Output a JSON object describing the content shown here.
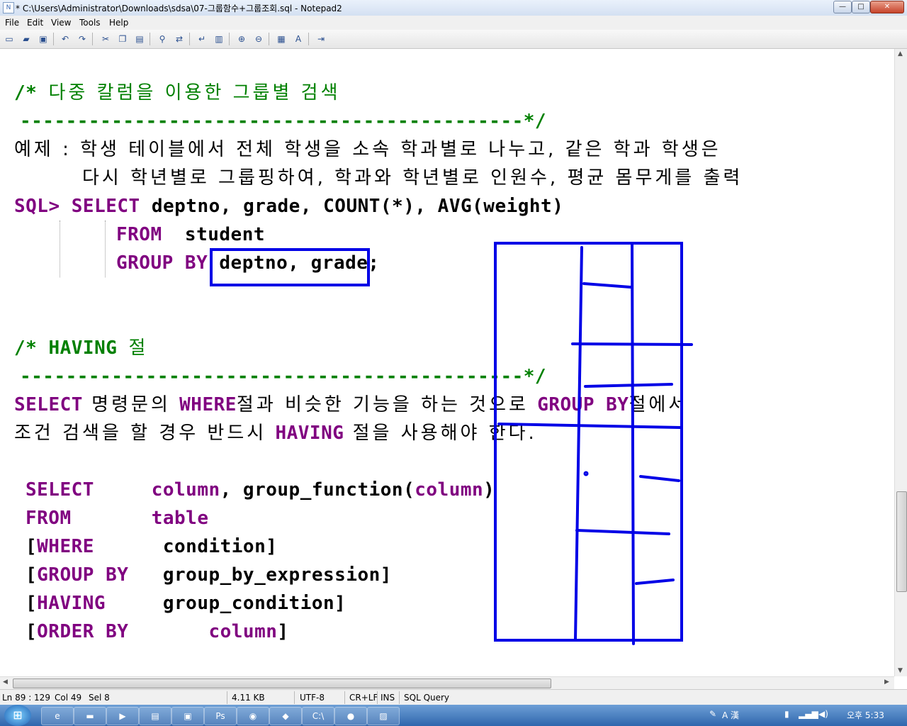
{
  "window": {
    "title": "* C:\\Users\\Administrator\\Downloads\\sdsa\\07-그룹함수+그룹조회.sql - Notepad2",
    "icon": "notepad-icon",
    "controls": {
      "minimize": "—",
      "maximize": "□",
      "close": "✕"
    }
  },
  "menu": {
    "file": "File",
    "edit": "Edit",
    "view": "View",
    "tools": "Tools",
    "help": "Help"
  },
  "toolbar": {
    "icons": [
      "new-icon",
      "open-icon",
      "save-icon",
      "undo-icon",
      "redo-icon",
      "cut-icon",
      "copy-icon",
      "paste-icon",
      "find-icon",
      "replace-icon",
      "wordwrap-icon",
      "longline-icon",
      "zoom-in-icon",
      "zoom-out-icon",
      "schemes-icon",
      "font-icon",
      "exit-icon"
    ]
  },
  "editor": {
    "l1": {
      "a": "/* ",
      "b": "다중 칼럼을 이용한 그룹별 검색"
    },
    "l2": "--------------------------------------------*/",
    "l3": "예제 : 학생 테이블에서 전체 학생을 소속 학과별로 나누고, 같은 학과 학생은",
    "l4": "다시 학년별로 그룹핑하여, 학과와 학년별로 인원수, 평균 몸무게를 출력",
    "l5": {
      "kw1": "SQL> SELECT",
      "tx": " deptno, grade, COUNT(*), AVG(weight)"
    },
    "l6": {
      "kw": "FROM",
      "tx": "  student"
    },
    "l7": {
      "kw": "GROUP BY",
      "tx": " deptno, grade;"
    },
    "l8": {
      "a": "/* HAVING ",
      "b": "절"
    },
    "l9": "--------------------------------------------*/",
    "l10": {
      "kw1": "SELECT",
      "t1": " 명령문의 ",
      "kw2": "WHERE",
      "t2": "절과 비슷한 기능을 하는 것으로 ",
      "kw3": "GROUP BY",
      "t3": "절에서"
    },
    "l11": {
      "t1": "조건 검색을 할 경우 반드시 ",
      "kw": "HAVING",
      "t2": " 절을 사용해야 한다."
    },
    "syntax": [
      {
        "b1": "",
        "kw": "SELECT",
        "sp": "     ",
        "col": "column",
        "rest": ", group_function(",
        "col2": "column",
        "end": ")"
      },
      {
        "b1": "",
        "kw": "FROM",
        "sp": "       ",
        "col": "table",
        "rest": "",
        "col2": "",
        "end": ""
      },
      {
        "b1": "[",
        "kw": "WHERE",
        "sp": "      ",
        "col": "",
        "rest": "condition]",
        "col2": "",
        "end": ""
      },
      {
        "b1": "[",
        "kw": "GROUP BY",
        "sp": "   ",
        "col": "",
        "rest": "group_by_expression]",
        "col2": "",
        "end": ""
      },
      {
        "b1": "[",
        "kw": "HAVING",
        "sp": "     ",
        "col": "",
        "rest": "group_condition]",
        "col2": "",
        "end": ""
      },
      {
        "b1": "[",
        "kw": "ORDER BY",
        "sp": "       ",
        "col": "column",
        "rest": "]",
        "col2": "",
        "end": ""
      }
    ]
  },
  "statusbar": {
    "position": "Ln 89 : 129",
    "col": "Col 49",
    "sel": "Sel 8",
    "size": "4.11 KB",
    "encoding": "UTF-8",
    "eol": "CR+LF",
    "ins": "INS",
    "lexer": "SQL Query"
  },
  "taskbar": {
    "tray_lang": "A 漢",
    "clock": "오후 5:33"
  },
  "colors": {
    "comment": "#008000",
    "keyword": "#800080",
    "ink": "#0000e6"
  }
}
